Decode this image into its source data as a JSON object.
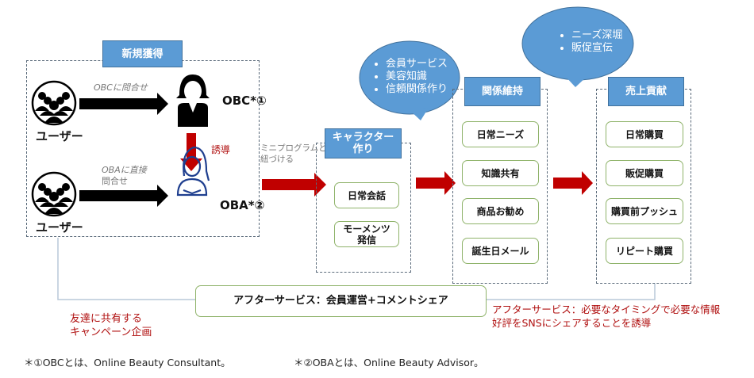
{
  "colors": {
    "header_blue": "#5b9bd5",
    "item_border_green": "#8fb36a",
    "arrow_red": "#c00000",
    "arrow_black": "#000000",
    "note_red": "#b01010",
    "oba_icon": "#1f3f8f"
  },
  "acquisition": {
    "title": "新規獲得",
    "user_label_1": "ユーザー",
    "user_label_2": "ユーザー",
    "inquiry_obc": "OBCに問合せ",
    "inquiry_oba_1": "OBAに直接",
    "inquiry_oba_2": "問合せ",
    "obc_label": "OBC*①",
    "oba_label": "OBA*②",
    "guide_label": "誘導"
  },
  "link_label_1": "ミニプログラムと",
  "link_label_2": "紐づける",
  "character": {
    "title_1": "キャラクター",
    "title_2": "作り",
    "items": [
      "日常会話",
      "モーメンツ",
      "発信"
    ]
  },
  "bubble1": [
    "会員サービス",
    "美容知識",
    "信頼関係作り"
  ],
  "relationship": {
    "title": "関係維持",
    "items": [
      "日常ニーズ",
      "知識共有",
      "商品お勧め",
      "誕生日メール"
    ]
  },
  "bubble2": [
    "ニーズ深堀",
    "販促宣伝"
  ],
  "sales": {
    "title": "売上貢献",
    "items": [
      "日常購買",
      "販促購買",
      "購買前プッシュ",
      "リピート購買"
    ]
  },
  "after_service": "アフターサービス：会員運営+コメントシェア",
  "note_left": [
    "友達に共有する",
    "キャンペーン企画"
  ],
  "note_right": [
    "アフターサービス：必要なタイミングで必要な情報",
    "好評をSNSにシェアすることを誘導"
  ],
  "footnotes": [
    "＊①OBCとは、Online Beauty Consultant。",
    "＊②OBAとは、Online Beauty Advisor。"
  ]
}
